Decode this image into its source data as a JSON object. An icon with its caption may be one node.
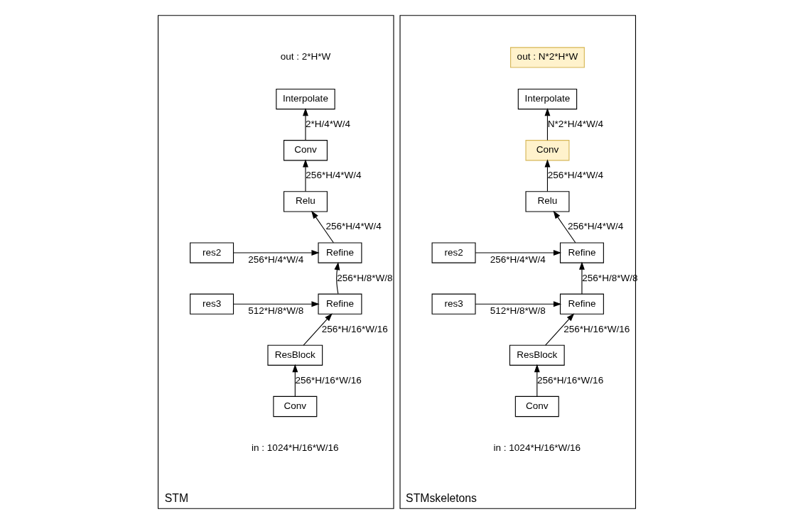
{
  "diagram": {
    "nodes": [
      {
        "text": [
          "STM"
        ]
      },
      {
        "text": [
          "Interpolate"
        ],
        "in": 0
      },
      {
        "text": [
          "Conv"
        ],
        "in": 0
      },
      {
        "text": [
          "Relu"
        ],
        "in": 0
      },
      {
        "text": [
          "Refine"
        ],
        "in": 0
      },
      {
        "text": [
          "res2"
        ],
        "in": 0
      },
      {
        "text": [
          "res3"
        ],
        "in": 0
      },
      {
        "text": [
          "Refine"
        ],
        "in": 0
      },
      {
        "text": [
          "ResBlock"
        ],
        "in": 0
      },
      {
        "text": [
          "Conv"
        ],
        "in": 0
      },
      {
        "text": [
          "STMskeletons"
        ]
      },
      {
        "text": [
          "out : N*2*H*W"
        ],
        "in": 10
      },
      {
        "text": [
          "Interpolate"
        ],
        "in": 10
      },
      {
        "text": [
          "Conv"
        ],
        "in": 10
      },
      {
        "text": [
          "Relu"
        ],
        "in": 10
      },
      {
        "text": [
          "Refine"
        ],
        "in": 10
      },
      {
        "text": [
          "res2"
        ],
        "in": 10
      },
      {
        "text": [
          "res3"
        ],
        "in": 10
      },
      {
        "text": [
          "Refine"
        ],
        "in": 10
      },
      {
        "text": [
          "ResBlock"
        ],
        "in": 10
      },
      {
        "text": [
          "Conv"
        ],
        "in": 10
      }
    ],
    "edges": [
      {
        "from": 9,
        "to": 8,
        "arrow": "to",
        "label": "256*H/16*W/16"
      },
      {
        "from": 8,
        "to": 7,
        "arrow": "to",
        "label": "256*H/16*W/16"
      },
      {
        "from": 6,
        "to": 7,
        "arrow": "to",
        "label": "512*H/8*W/8"
      },
      {
        "from": 7,
        "to": 4,
        "arrow": "to",
        "label": "256*H/8*W/8"
      },
      {
        "from": 5,
        "to": 4,
        "arrow": "to",
        "label": "256*H/4*W/4"
      },
      {
        "from": 4,
        "to": 3,
        "arrow": "to",
        "label": "256*H/4*W/4"
      },
      {
        "from": 3,
        "to": 2,
        "arrow": "to",
        "label": "256*H/4*W/4"
      },
      {
        "from": 2,
        "to": 1,
        "arrow": "to",
        "label": "2*H/4*W/4"
      },
      {
        "from": 20,
        "to": 19,
        "arrow": "to",
        "label": "256*H/16*W/16"
      },
      {
        "from": 19,
        "to": 18,
        "arrow": "to",
        "label": "256*H/16*W/16"
      },
      {
        "from": 17,
        "to": 18,
        "arrow": "to",
        "label": "512*H/8*W/8"
      },
      {
        "from": 18,
        "to": 15,
        "arrow": "to",
        "label": "256*H/8*W/8"
      },
      {
        "from": 16,
        "to": 15,
        "arrow": "to",
        "label": "256*H/4*W/4"
      },
      {
        "from": 15,
        "to": 14,
        "arrow": "to",
        "label": "256*H/4*W/4"
      },
      {
        "from": 14,
        "to": 13,
        "arrow": "to",
        "label": "256*H/4*W/4"
      },
      {
        "from": 13,
        "to": 12,
        "arrow": "to",
        "label": "N*2*H/4*W/4"
      }
    ],
    "labels": [
      "out : 2*H*W",
      "in : 1024*H/16*W/16",
      "in : 1024*H/16*W/16"
    ]
  }
}
